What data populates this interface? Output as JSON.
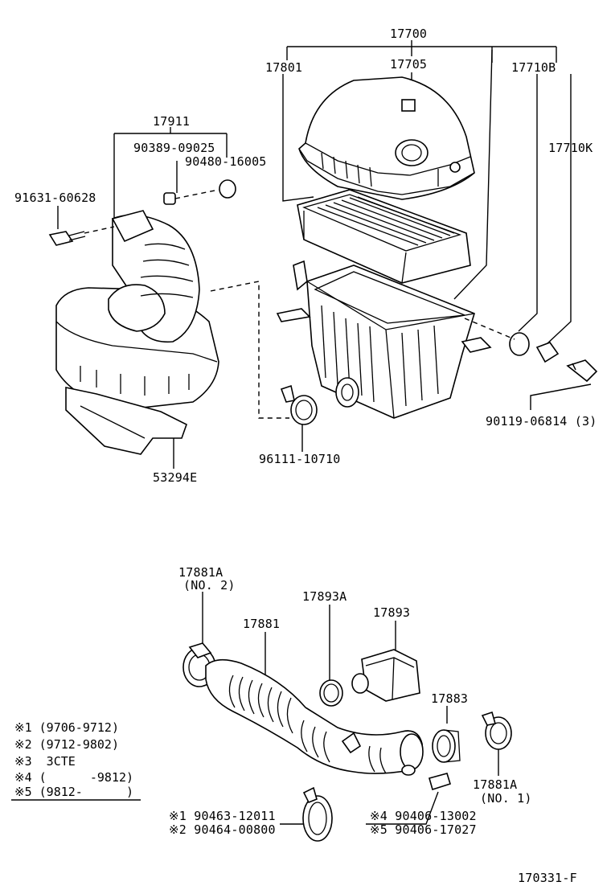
{
  "labels": {
    "p17700": "17700",
    "p17705": "17705",
    "p17801": "17801",
    "p17710b": "17710B",
    "p17710k": "17710K",
    "p17911": "17911",
    "p90389": "90389-09025",
    "p90480": "90480-16005",
    "p91631": "91631-60628",
    "p90119": "90119-06814 (3)",
    "p96111": "96111-10710",
    "p53294e": "53294E",
    "p17881a_top": "17881A",
    "p17881a_top_sub": "(NO. 2)",
    "p17881": "17881",
    "p17893a": "17893A",
    "p17893": "17893",
    "p17883": "17883",
    "p17881a_bot": "17881A",
    "p17881a_bot_sub": "(NO. 1)",
    "p90463": "※1 90463-12011",
    "p90464": "※2 90464-00800",
    "p90406a": "※4 90406-13002",
    "p90406b": "※5 90406-17027"
  },
  "notes": [
    "※1 (9706-9712)",
    "※2 (9712-9802)",
    "※3  3CTE",
    "※4 (      -9812)",
    "※5 (9812-      )"
  ],
  "footer": {
    "code": "170331-F"
  }
}
